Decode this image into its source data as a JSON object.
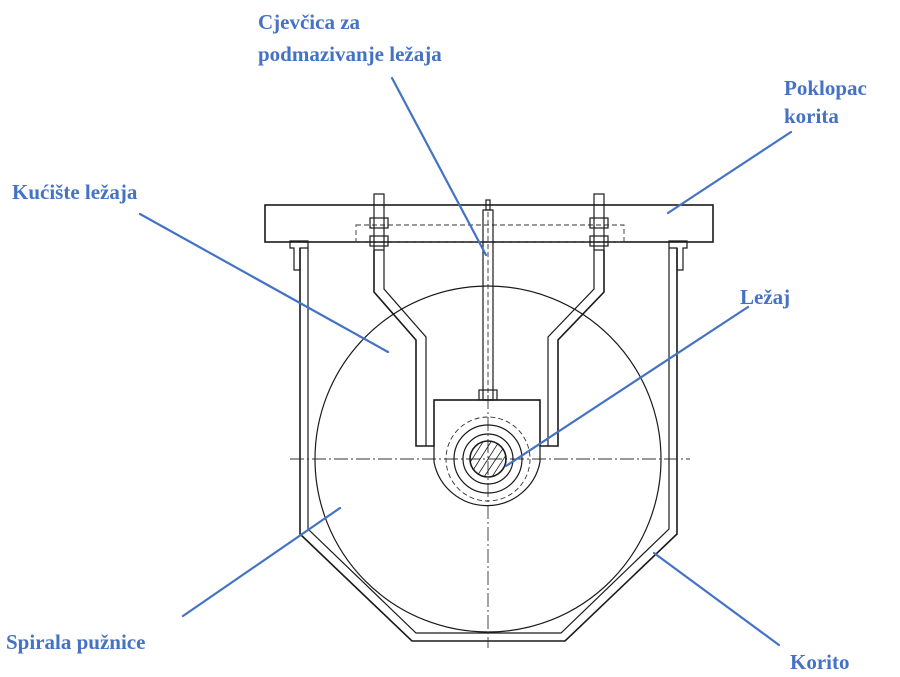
{
  "diagram": {
    "accent_color": "#4472C4",
    "labels": {
      "tube_line1": "Cjevčica za",
      "tube_line2": "podmazivanje ležaja",
      "cover_line1": "Poklopac",
      "cover_line2": "korita",
      "housing": "Kućište ležaja",
      "bearing": "Ležaj",
      "spiral": "Spirala pužnice",
      "trough": "Korito"
    }
  }
}
